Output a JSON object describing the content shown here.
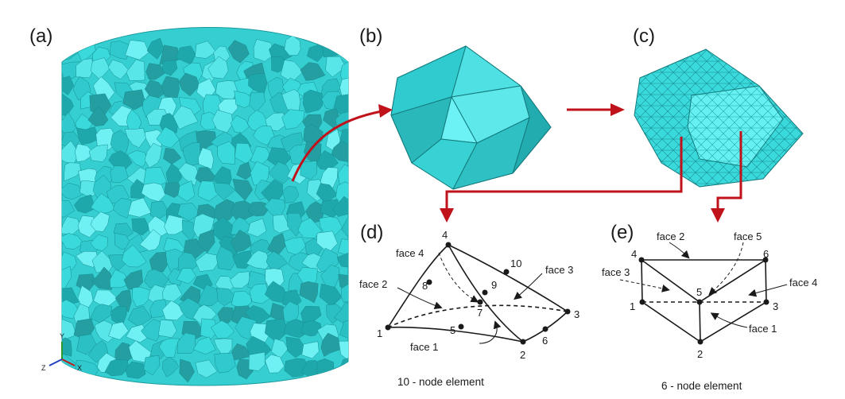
{
  "panels": {
    "a": "(a)",
    "b": "(b)",
    "c": "(c)",
    "d": "(d)",
    "e": "(e)"
  },
  "colors": {
    "particle": "#3ad9dc",
    "particle_dark": "#1fa8ab",
    "particle_light": "#7ff0f2",
    "arrow": "#c0121a",
    "line": "#1a1a1a"
  },
  "triad": {
    "y": "Y",
    "z": "Z",
    "x": "X"
  },
  "element10": {
    "caption": "10 - node element",
    "nodes": [
      "1",
      "2",
      "3",
      "4",
      "5",
      "6",
      "7",
      "8",
      "9",
      "10"
    ],
    "faces": [
      "face 1",
      "face 2",
      "face 3",
      "face 4"
    ]
  },
  "element6": {
    "caption": "6 - node element",
    "nodes": [
      "1",
      "2",
      "3",
      "4",
      "5",
      "6"
    ],
    "faces": [
      "face 1",
      "face 2",
      "face 3",
      "face 4",
      "face 5"
    ]
  }
}
